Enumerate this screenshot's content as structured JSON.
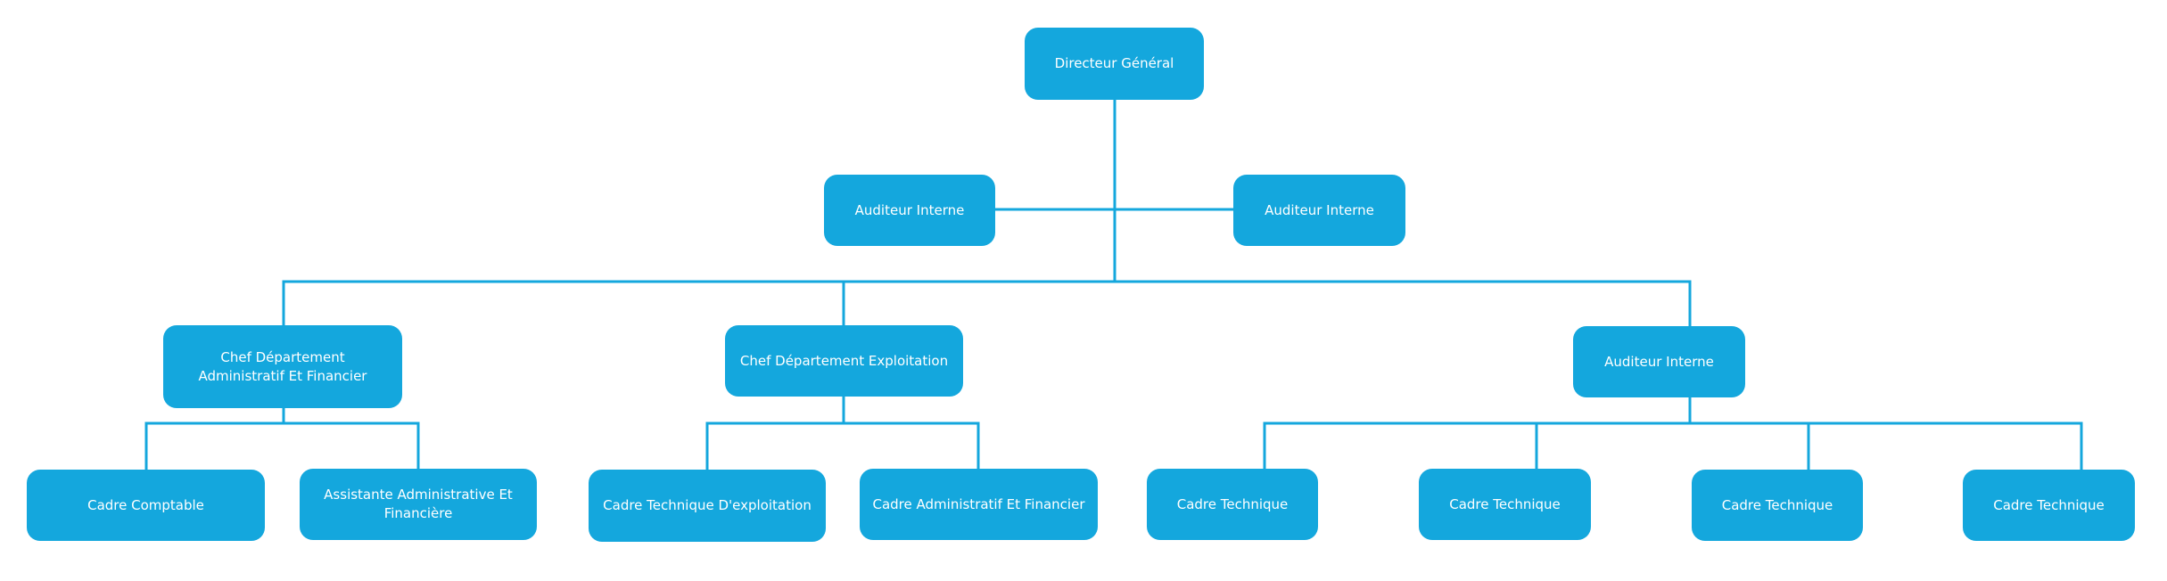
{
  "chart": {
    "nodes": [
      {
        "id": "dg",
        "label": "Directeur Général"
      },
      {
        "id": "ai1",
        "label": "Auditeur Interne"
      },
      {
        "id": "ai2",
        "label": "Auditeur Interne"
      },
      {
        "id": "cdaf",
        "label": "Chef Département Administratif Et Financier"
      },
      {
        "id": "cde",
        "label": "Chef Département Exploitation"
      },
      {
        "id": "ai3",
        "label": "Auditeur Interne"
      },
      {
        "id": "cc",
        "label": "Cadre Comptable"
      },
      {
        "id": "aaf",
        "label": "Assistante Administrative Et Financière"
      },
      {
        "id": "cte",
        "label": "Cadre Technique D'exploitation"
      },
      {
        "id": "caf",
        "label": "Cadre Administratif Et Financier"
      },
      {
        "id": "ct1",
        "label": "Cadre Technique"
      },
      {
        "id": "ct2",
        "label": "Cadre Technique"
      },
      {
        "id": "ct3",
        "label": "Cadre Technique"
      },
      {
        "id": "ct4",
        "label": "Cadre Technique"
      }
    ],
    "edges": [
      {
        "from": "dg",
        "to": "ai1"
      },
      {
        "from": "dg",
        "to": "ai2"
      },
      {
        "from": "dg",
        "to": "cdaf"
      },
      {
        "from": "dg",
        "to": "cde"
      },
      {
        "from": "dg",
        "to": "ai3"
      },
      {
        "from": "cdaf",
        "to": "cc"
      },
      {
        "from": "cdaf",
        "to": "aaf"
      },
      {
        "from": "cde",
        "to": "cte"
      },
      {
        "from": "cde",
        "to": "caf"
      },
      {
        "from": "ai3",
        "to": "ct1"
      },
      {
        "from": "ai3",
        "to": "ct2"
      },
      {
        "from": "ai3",
        "to": "ct3"
      },
      {
        "from": "ai3",
        "to": "ct4"
      }
    ]
  },
  "colors": {
    "node_fill": "#14a7dd",
    "node_text": "#ffffff",
    "connector": "#14a7dd"
  }
}
